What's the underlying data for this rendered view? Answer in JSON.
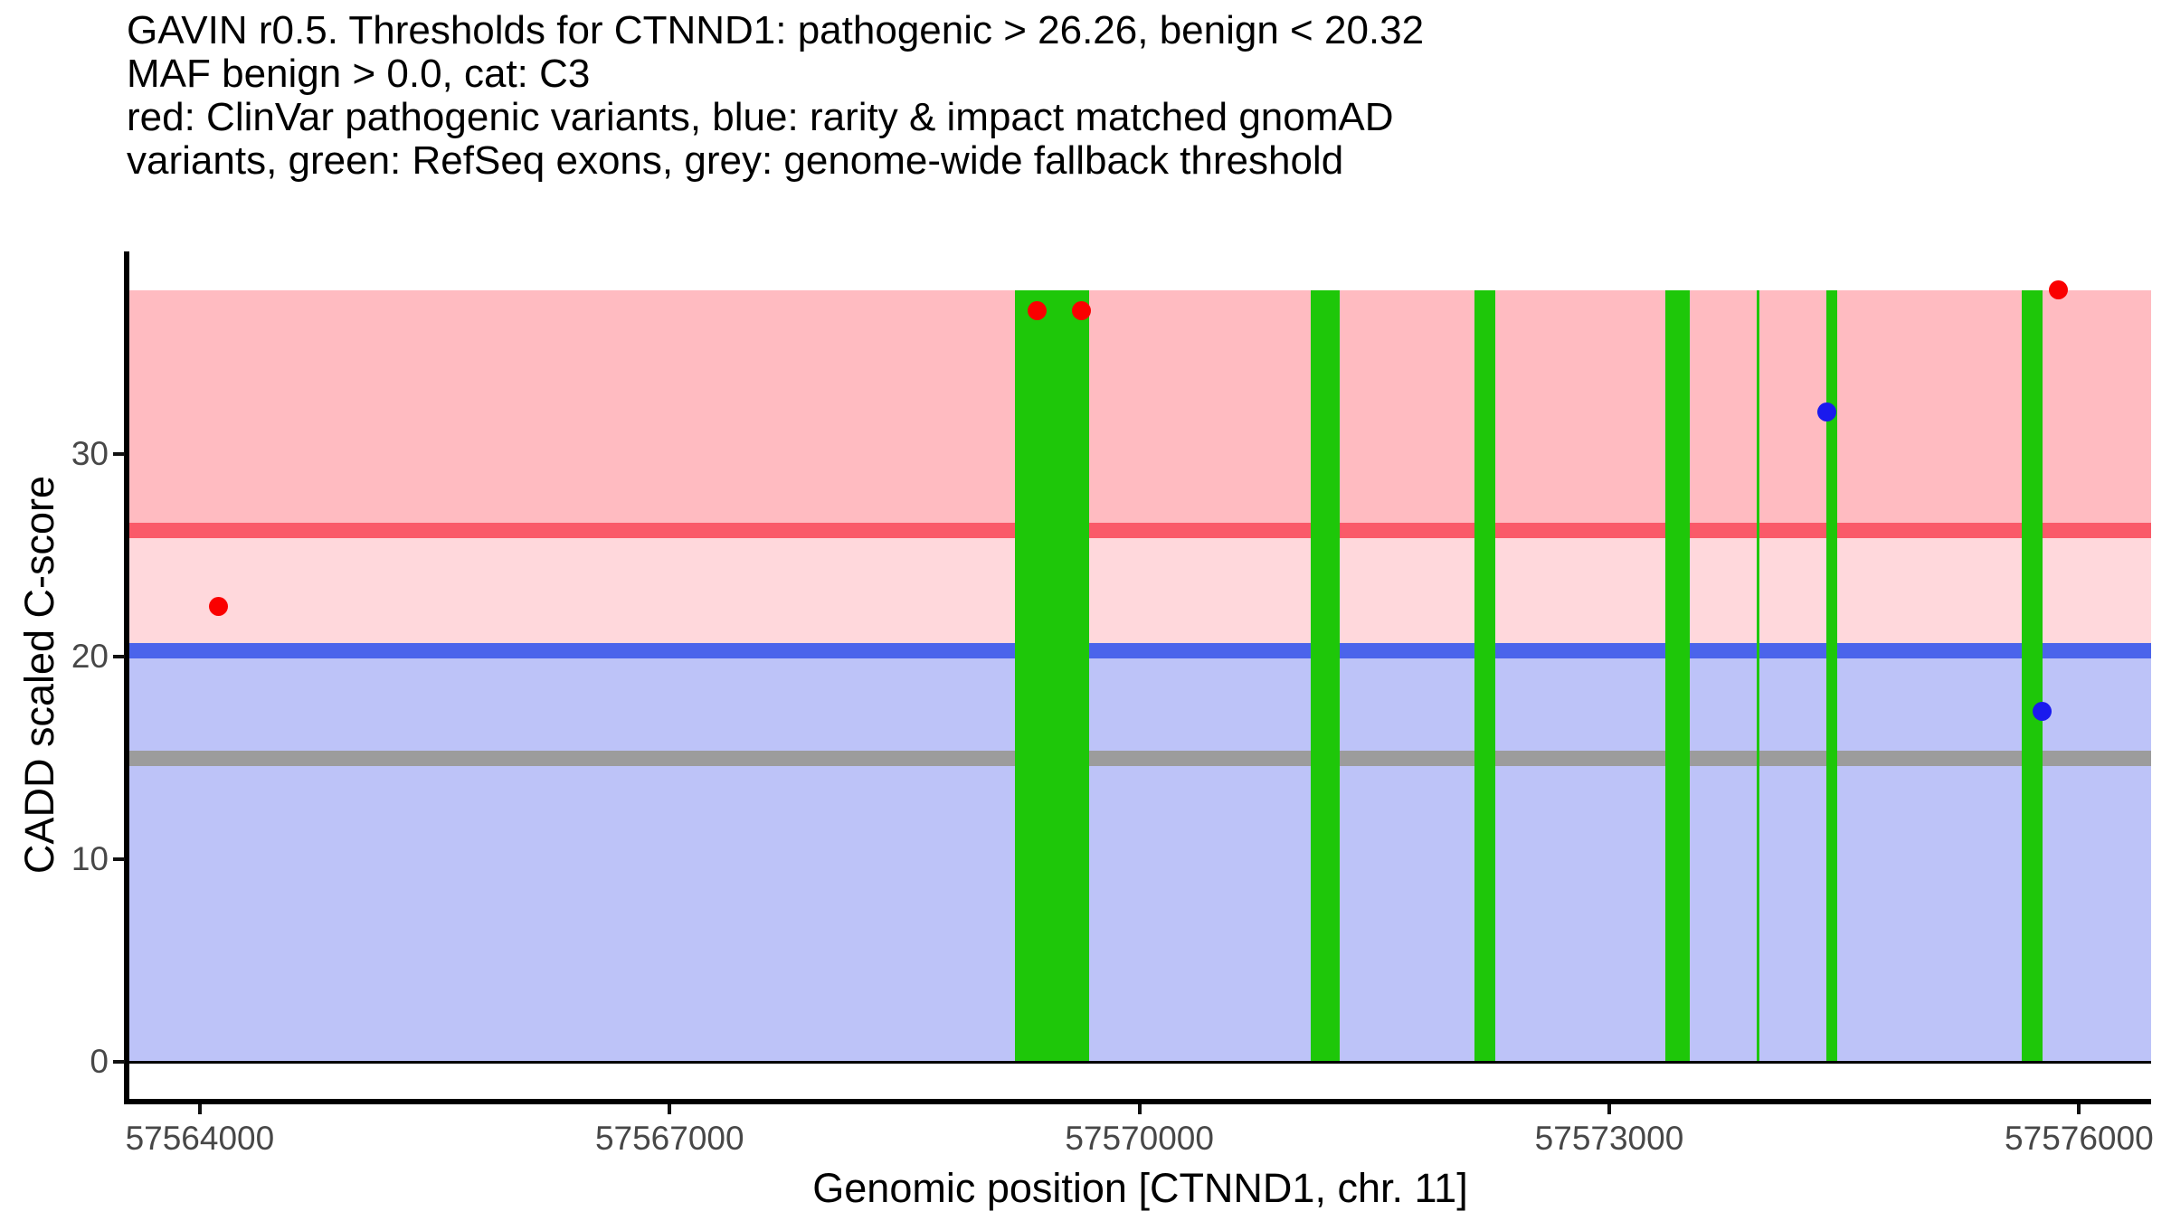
{
  "title_lines": [
    "GAVIN r0.5. Thresholds for CTNND1: pathogenic > 26.26, benign < 20.32",
    "MAF benign > 0.0, cat: C3",
    "red: ClinVar pathogenic variants, blue: rarity & impact matched gnomAD",
    "variants, green: RefSeq exons, grey: genome-wide fallback threshold"
  ],
  "chart_data": {
    "type": "scatter",
    "title": "GAVIN r0.5. Thresholds for CTNND1: pathogenic > 26.26, benign < 20.32 | MAF benign > 0.0, cat: C3",
    "xlabel": "Genomic position [CTNND1, chr. 11]",
    "ylabel": "CADD scaled C-score",
    "xlim": [
      57563550,
      57576460
    ],
    "ylim": [
      -1.83,
      40.02
    ],
    "x_ticks": [
      57564000,
      57567000,
      57570000,
      57573000,
      57576000
    ],
    "y_ticks": [
      0,
      10,
      20,
      30
    ],
    "grid": false,
    "legend_position": "none",
    "thresholds": {
      "pathogenic": 26.26,
      "benign": 20.32,
      "genome_wide_fallback": 15,
      "maf_benign": 0.0,
      "category": "C3"
    },
    "shaded_region_top": 38.1,
    "regions": [
      {
        "name": "pathogenic-zone",
        "from": 26.26,
        "to": 38.1,
        "color": "#FFBBC1"
      },
      {
        "name": "vous-zone",
        "from": 20.32,
        "to": 26.26,
        "color": "#FFD8DC"
      },
      {
        "name": "benign-zone",
        "from": 0,
        "to": 20.32,
        "color": "#BDC3F8"
      }
    ],
    "threshold_lines": [
      {
        "name": "pathogenic-threshold-line",
        "y": 26.26,
        "color": "#FA5A69",
        "thickness": 17
      },
      {
        "name": "benign-threshold-line",
        "y": 20.32,
        "color": "#4B64EB",
        "thickness": 17
      },
      {
        "name": "genome-wide-fallback-line",
        "y": 15,
        "color": "#9C9C9C",
        "thickness": 17
      }
    ],
    "zero_line": {
      "y": 0,
      "color": "#000000",
      "thickness": 3
    },
    "exon_color": "#1EC709",
    "exons": [
      {
        "start": 57569206,
        "end": 57569679
      },
      {
        "start": 57571095,
        "end": 57571280
      },
      {
        "start": 57572141,
        "end": 57572274
      },
      {
        "start": 57573360,
        "end": 57573516
      },
      {
        "start": 57573943,
        "end": 57573957
      },
      {
        "start": 57574388,
        "end": 57574457
      },
      {
        "start": 57575636,
        "end": 57575769
      }
    ],
    "series": [
      {
        "name": "ClinVar pathogenic variants",
        "color": "#FA0000",
        "points": [
          {
            "x": 57564120,
            "y": 22.5
          },
          {
            "x": 57569349,
            "y": 37.1
          },
          {
            "x": 57569627,
            "y": 37.1
          },
          {
            "x": 57575867,
            "y": 38.1
          }
        ]
      },
      {
        "name": "rarity & impact matched gnomAD variants",
        "color": "#1A1AEE",
        "points": [
          {
            "x": 57574390,
            "y": 32.1
          },
          {
            "x": 57575765,
            "y": 17.3
          }
        ]
      }
    ]
  }
}
